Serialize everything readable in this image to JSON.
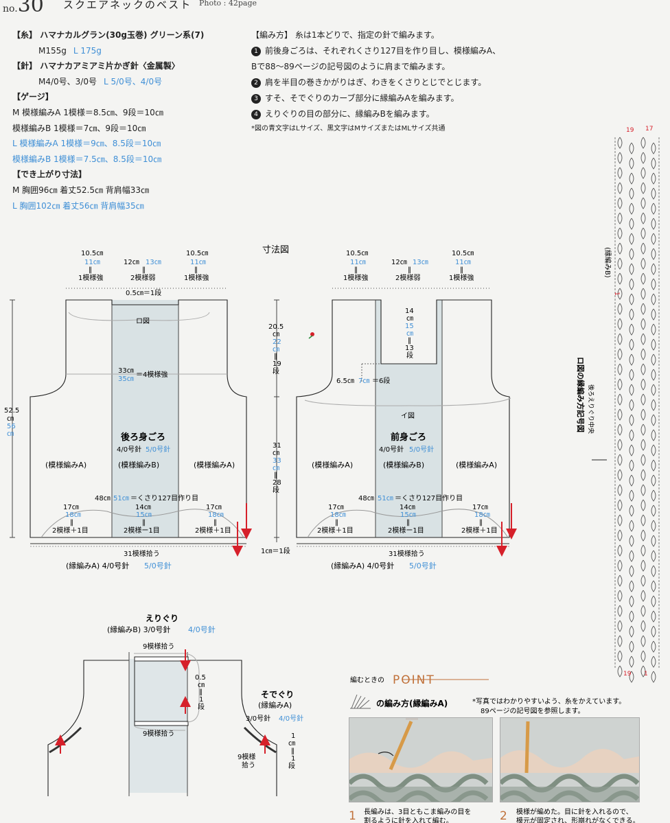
{
  "header": {
    "no_prefix": "no.",
    "no_value": "30",
    "title": "スクエアネックのベスト",
    "photo": "Photo : 42page"
  },
  "spec": [
    {
      "type": "sec",
      "text": "【糸】 ハマナカルグラン(30g玉巻) グリーン系(7)"
    },
    {
      "type": "sub",
      "black": "M155g",
      "blue": "L 175g"
    },
    {
      "type": "sec",
      "text": "【針】 ハマナカアミアミ片かぎ針〈金属製〉"
    },
    {
      "type": "sub",
      "black": "M4/0号、3/0号",
      "blue": "L 5/0号、4/0号"
    },
    {
      "type": "sec",
      "text": "【ゲージ】"
    },
    {
      "type": "line",
      "text": "M  模様編みA  1模様＝8.5㎝、9段＝10㎝"
    },
    {
      "type": "line",
      "text": "     模様編みB  1模様＝7㎝、9段＝10㎝"
    },
    {
      "type": "lineblue",
      "text": "L  模様編みA  1模様＝9㎝、8.5段＝10㎝"
    },
    {
      "type": "lineblue",
      "text": "     模様編みB  1模様＝7.5㎝、8.5段＝10㎝"
    },
    {
      "type": "sec",
      "text": "【でき上がり寸法】"
    },
    {
      "type": "line",
      "text": "M  胸囲96㎝  着丈52.5㎝  背肩幅33㎝"
    },
    {
      "type": "lineblue",
      "text": "L  胸囲102㎝  着丈56㎝  背肩幅35㎝"
    }
  ],
  "method": {
    "title": "【編み方】 糸は1本どりで、指定の針で編みます。",
    "steps": [
      {
        "n": "1",
        "text": "前後身ごろは、それぞれくさり127目を作り目し、模様編みA、"
      },
      {
        "n": "",
        "text": "Bで88〜89ページの記号図のように肩まで編みます。"
      },
      {
        "n": "2",
        "text": "肩を半目の巻きかがりはぎ、わきをくさりとじでとじます。"
      },
      {
        "n": "3",
        "text": "すそ、そでぐりのカーブ部分に縁編みAを編みます。"
      },
      {
        "n": "4",
        "text": "えりぐりの目の部分に、縁編みBを編みます。"
      }
    ],
    "note": "*図の青文字はLサイズ、黒文字はMサイズまたはMLサイズ共通"
  },
  "diagram": {
    "title": "寸法図",
    "back": {
      "top_a": "10.5㎝",
      "top_a_l": "11㎝",
      "top_b": "12㎝",
      "top_b_l": "13㎝",
      "eq": "‖",
      "top_a_sub": "1模様強",
      "top_b_sub": "2模様弱",
      "neck": "0.5㎝＝1段",
      "chart_ro": "ロ図",
      "width33": "33㎝",
      "width33_l": "35㎝",
      "width33_sub": "＝4模様強",
      "name": "後ろ身ごろ",
      "needle": "4/0号針",
      "needle_l": "5/0号針",
      "patA": "(模様編みA)",
      "patB": "(模様編みB)",
      "width48": "48㎝",
      "width48_l": "51㎝",
      "width48_sub": "＝くさり127目作り目",
      "b17": "17㎝",
      "b17_l": "18㎝",
      "b14": "14㎝",
      "b14_l": "15㎝",
      "p21": "2模様＋1目",
      "p2m": "2模様ー1目",
      "len": "52.5",
      "len_u": "㎝",
      "len_l": "56",
      "len_lu": "㎝",
      "side_top": "20.5",
      "side_top_l": "22",
      "side_top_rows": "19",
      "cm": "㎝",
      "dan": "段",
      "side_bot": "31",
      "side_bot_l": "33",
      "side_bot_rows": "28",
      "border": "1㎝＝1段",
      "pick": "31模様拾う",
      "edge": "(縁編みA) 4/0号針",
      "edge_l": "5/0号針"
    },
    "front": {
      "neck_d": "14",
      "neck_d_l": "15",
      "neck_rows": "13",
      "shoulder": "6.5㎝",
      "shoulder_l": "7㎝",
      "shoulder_sub": "＝6段",
      "chart_i": "イ図",
      "name": "前身ごろ"
    },
    "collar": {
      "title": "えりぐり",
      "sub": "(縁編みB) 3/0号針",
      "sub_l": "4/0号針",
      "pick9": "9模様拾う",
      "d05": "0.5",
      "d1": "1"
    },
    "sleeve": {
      "title": "そでぐり",
      "sub": "(縁編みA)",
      "needle": "3/0号針",
      "needle_l": "4/0号針",
      "d1": "1",
      "pick_a": "9模様",
      "pick_b": "拾う"
    }
  },
  "chart": {
    "label": "ロ図の縁編み方記号図",
    "center": "後ろえりぐり中央",
    "pattern": "(縁編みB)",
    "n19": "19",
    "n17": "17",
    "n1": "1"
  },
  "point": {
    "heading": "編むときの",
    "word": "POINT",
    "title": "の編み方(縁編みA)",
    "note1": "*写真ではわかりやすいよう、糸をかえています。",
    "note2": "89ページの記号図を参照します。",
    "s1n": "1",
    "s1a": "長編みは、3目ともこま編みの目を",
    "s1b": "割るように針を入れて編む。",
    "s2n": "2",
    "s2a": "模様が編めた。目に針を入れるので、",
    "s2b": "模元が固定され、形崩れがなくできる。"
  },
  "colors": {
    "panel": "#d9e2e4",
    "arrow": "#d6202a",
    "blue": "#3f8fd6",
    "accent": "#c0713a"
  }
}
